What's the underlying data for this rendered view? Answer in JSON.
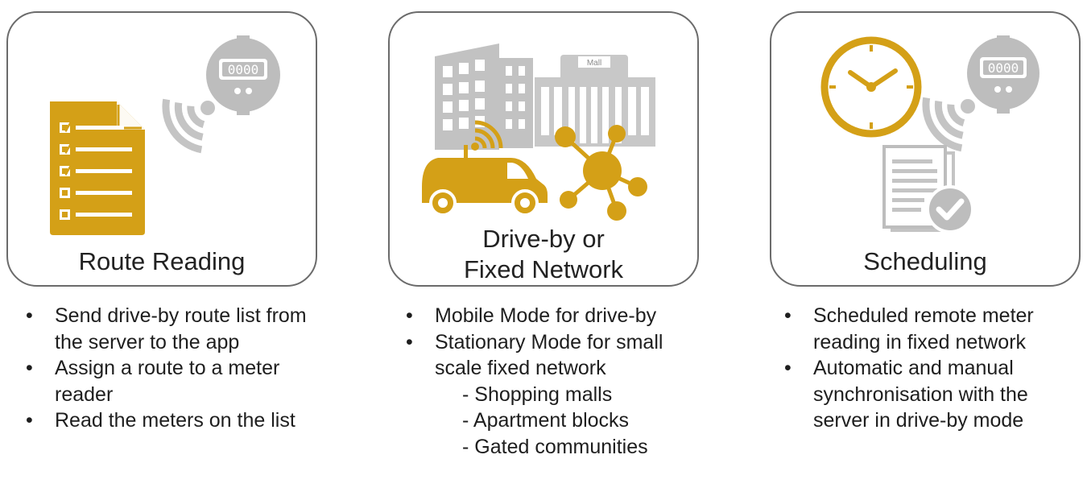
{
  "colors": {
    "gold": "#d4a017",
    "gray": "#bdbdbd",
    "border": "#6b6b6b"
  },
  "panels": [
    {
      "title": "Route Reading",
      "icons": [
        "checklist-document-icon",
        "wireless-signal-icon",
        "water-meter-icon"
      ],
      "meter_display": "0000",
      "bullets": [
        "Send drive-by route list from the server to the app",
        "Assign a route to a meter reader",
        "Read the meters on the list"
      ]
    },
    {
      "title_line1": "Drive-by or",
      "title_line2": "Fixed Network",
      "icons": [
        "office-building-icon",
        "mall-building-icon",
        "van-icon",
        "wifi-icon",
        "network-hub-icon"
      ],
      "mall_sign": "Mall",
      "bullets": [
        "Mobile Mode for drive-by",
        "Stationary Mode for small scale fixed network"
      ],
      "sub_items": [
        "- Shopping malls",
        "- Apartment blocks",
        "- Gated communities"
      ]
    },
    {
      "title": "Scheduling",
      "icons": [
        "clock-icon",
        "wireless-signal-icon",
        "water-meter-icon",
        "document-check-icon"
      ],
      "meter_display": "0000",
      "bullets": [
        "Scheduled remote meter reading in fixed network",
        "Automatic and manual synchronisation with the server in drive-by mode"
      ]
    }
  ]
}
